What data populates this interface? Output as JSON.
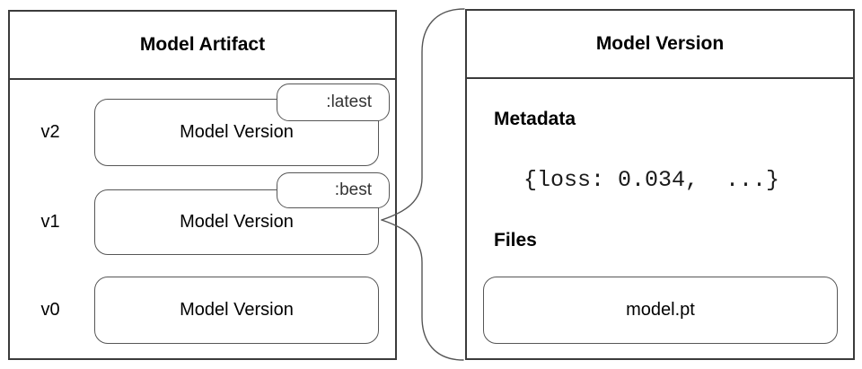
{
  "colors": {
    "background": "#ffffff",
    "panel_border": "#3b3b3b",
    "box_border": "#565656",
    "text": "#000000",
    "tag_text": "#333333"
  },
  "left_panel": {
    "title": "Model Artifact",
    "rows": [
      {
        "version": "v2",
        "box_label": "Model Version",
        "tag": ":latest"
      },
      {
        "version": "v1",
        "box_label": "Model Version",
        "tag": ":best"
      },
      {
        "version": "v0",
        "box_label": "Model Version"
      }
    ]
  },
  "right_panel": {
    "title": "Model Version",
    "metadata_heading": "Metadata",
    "metadata_value": "{loss: 0.034,  ...}",
    "files_heading": "Files",
    "file_name": "model.pt"
  }
}
